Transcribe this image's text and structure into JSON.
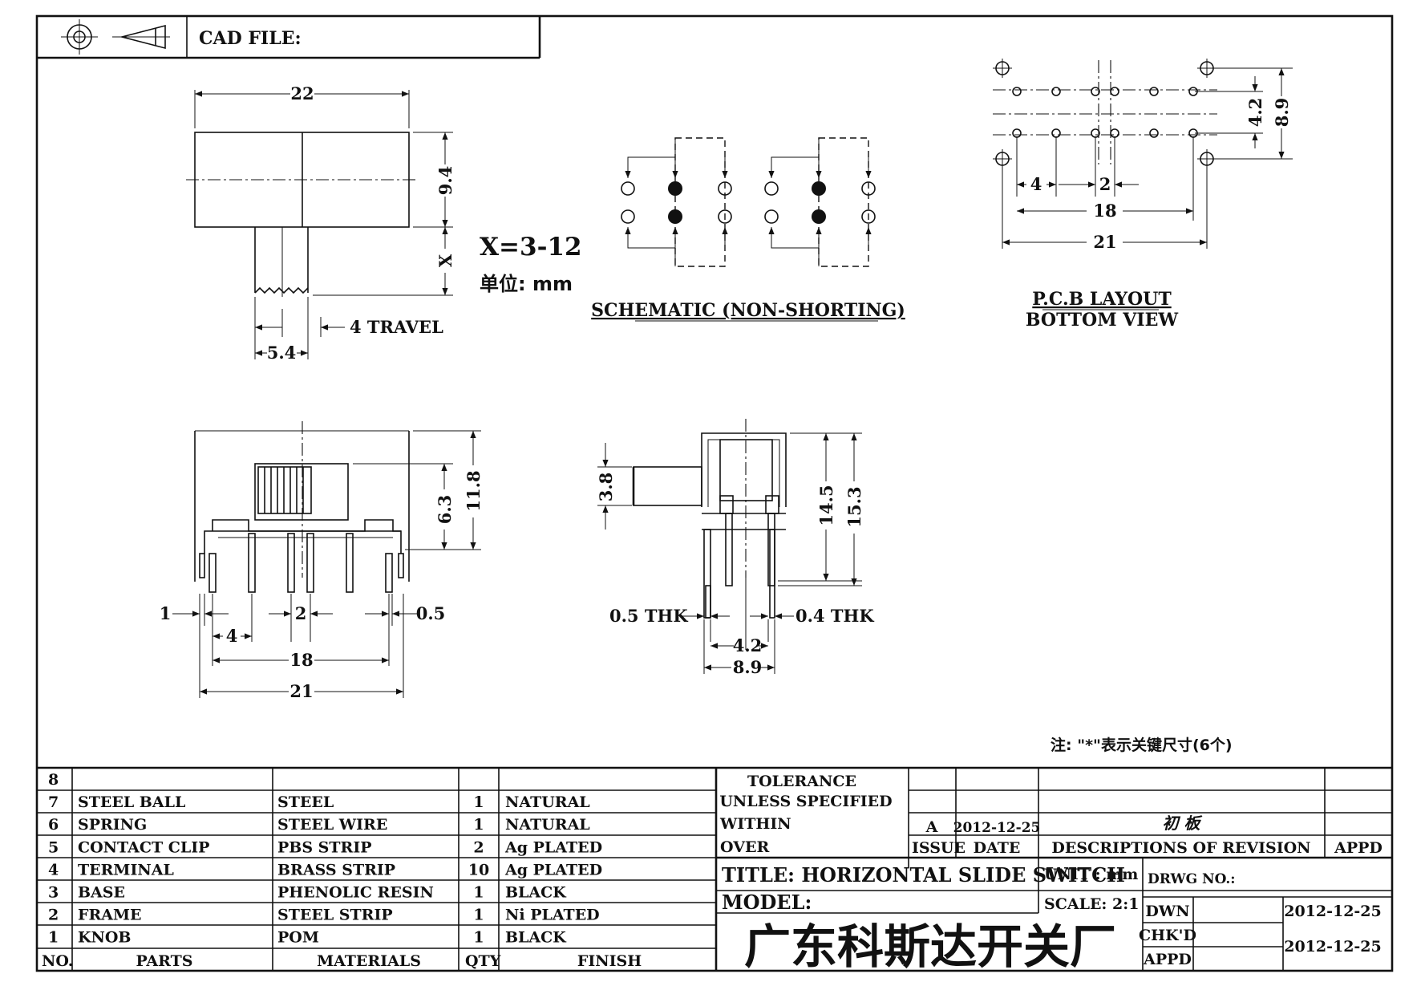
{
  "header": {
    "cad_file_label": "CAD FILE:",
    "projection_icon": "third-angle-projection-icon"
  },
  "top_view": {
    "dim_width": "22",
    "dim_height": "9.4",
    "dim_x": "X",
    "dim_knob": "5.4",
    "travel": "4 TRAVEL",
    "x_range": "X=3-12",
    "unit_note": "单位: mm"
  },
  "schematic": {
    "label": "SCHEMATIC (NON-SHORTING)"
  },
  "pcb": {
    "dim_4_2": "4.2",
    "dim_8_9": "8.9",
    "dim_4": "4",
    "dim_2": "2",
    "dim_18": "18",
    "dim_21": "21",
    "label_line1": "P.C.B LAYOUT",
    "label_line2": "BOTTOM VIEW"
  },
  "front_view": {
    "dim_11_8": "11.8",
    "dim_6_3": "6.3",
    "dim_1": "1",
    "dim_0_5": "0.5",
    "dim_4": "4",
    "dim_2": "2",
    "dim_18": "18",
    "dim_21": "21"
  },
  "side_view": {
    "dim_3_8": "3.8",
    "dim_14_5": "14.5",
    "dim_15_3": "15.3",
    "dim_05_thk": "0.5 THK",
    "dim_04_thk": "0.4 THK",
    "dim_4_2": "4.2",
    "dim_8_9": "8.9"
  },
  "note": "注: \"*\"表示关键尺寸(6个)",
  "parts_table": {
    "headers": {
      "no": "NO.",
      "parts": "PARTS",
      "materials": "MATERIALS",
      "qty": "QTY",
      "finish": "FINISH"
    },
    "rows": [
      {
        "no": "8",
        "part": "",
        "material": "",
        "qty": "",
        "finish": ""
      },
      {
        "no": "7",
        "part": "STEEL BALL",
        "material": "STEEL",
        "qty": "1",
        "finish": "NATURAL"
      },
      {
        "no": "6",
        "part": "SPRING",
        "material": "STEEL WIRE",
        "qty": "1",
        "finish": "NATURAL"
      },
      {
        "no": "5",
        "part": "CONTACT CLIP",
        "material": "PBS STRIP",
        "qty": "2",
        "finish": "Ag PLATED"
      },
      {
        "no": "4",
        "part": "TERMINAL",
        "material": "BRASS STRIP",
        "qty": "10",
        "finish": "Ag PLATED"
      },
      {
        "no": "3",
        "part": "BASE",
        "material": "PHENOLIC RESIN",
        "qty": "1",
        "finish": "BLACK"
      },
      {
        "no": "2",
        "part": "FRAME",
        "material": "STEEL STRIP",
        "qty": "1",
        "finish": "Ni PLATED"
      },
      {
        "no": "1",
        "part": "KNOB",
        "material": "POM",
        "qty": "1",
        "finish": "BLACK"
      }
    ]
  },
  "title_block": {
    "tolerance_1": "TOLERANCE",
    "tolerance_2": "UNLESS  SPECIFIED",
    "within": "WITHIN",
    "over": "OVER",
    "rev_issue": "A",
    "rev_date": "2012-12-25",
    "rev_desc": "初 板",
    "issue_hdr": "ISSUE",
    "date_hdr": "DATE",
    "desc_hdr": "DESCRIPTIONS OF REVISION",
    "appd_hdr": "APPD",
    "title": "TITLE: HORIZONTAL SLIDE SWITCH",
    "unit": "UNIT : mm",
    "drwg_no": "DRWG NO.:",
    "model": "MODEL:",
    "scale": "SCALE: 2:1",
    "dwn": "DWN",
    "dwn_date": "2012-12-25",
    "chkd": "CHK'D",
    "appd": "APPD",
    "chk_date": "2012-12-25",
    "company": "广东科斯达开关厂"
  }
}
